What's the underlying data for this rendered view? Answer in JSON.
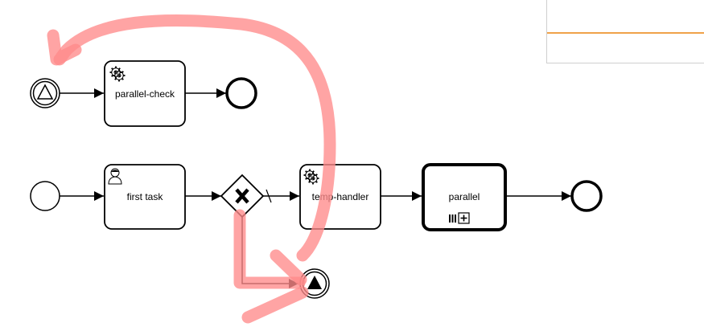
{
  "diagram": {
    "tasks": {
      "parallel_check": {
        "label": "parallel-check",
        "icon": "gear-icon"
      },
      "first_task": {
        "label": "first task",
        "icon": "user-icon"
      },
      "temp_handler": {
        "label": "temp-handler",
        "icon": "gear-icon"
      },
      "parallel": {
        "label": "parallel",
        "markers": [
          "parallel-multi-instance-icon",
          "subprocess-plus-icon"
        ]
      }
    },
    "events": {
      "signal_start": "signal-start-event-icon",
      "signal_end": "signal-end-event-icon"
    },
    "gateway": {
      "type": "exclusive",
      "icon": "x-icon"
    }
  },
  "colors": {
    "stroke": "#000000",
    "annotation": "#ff8a8a",
    "panel_line": "#f0a24a"
  }
}
